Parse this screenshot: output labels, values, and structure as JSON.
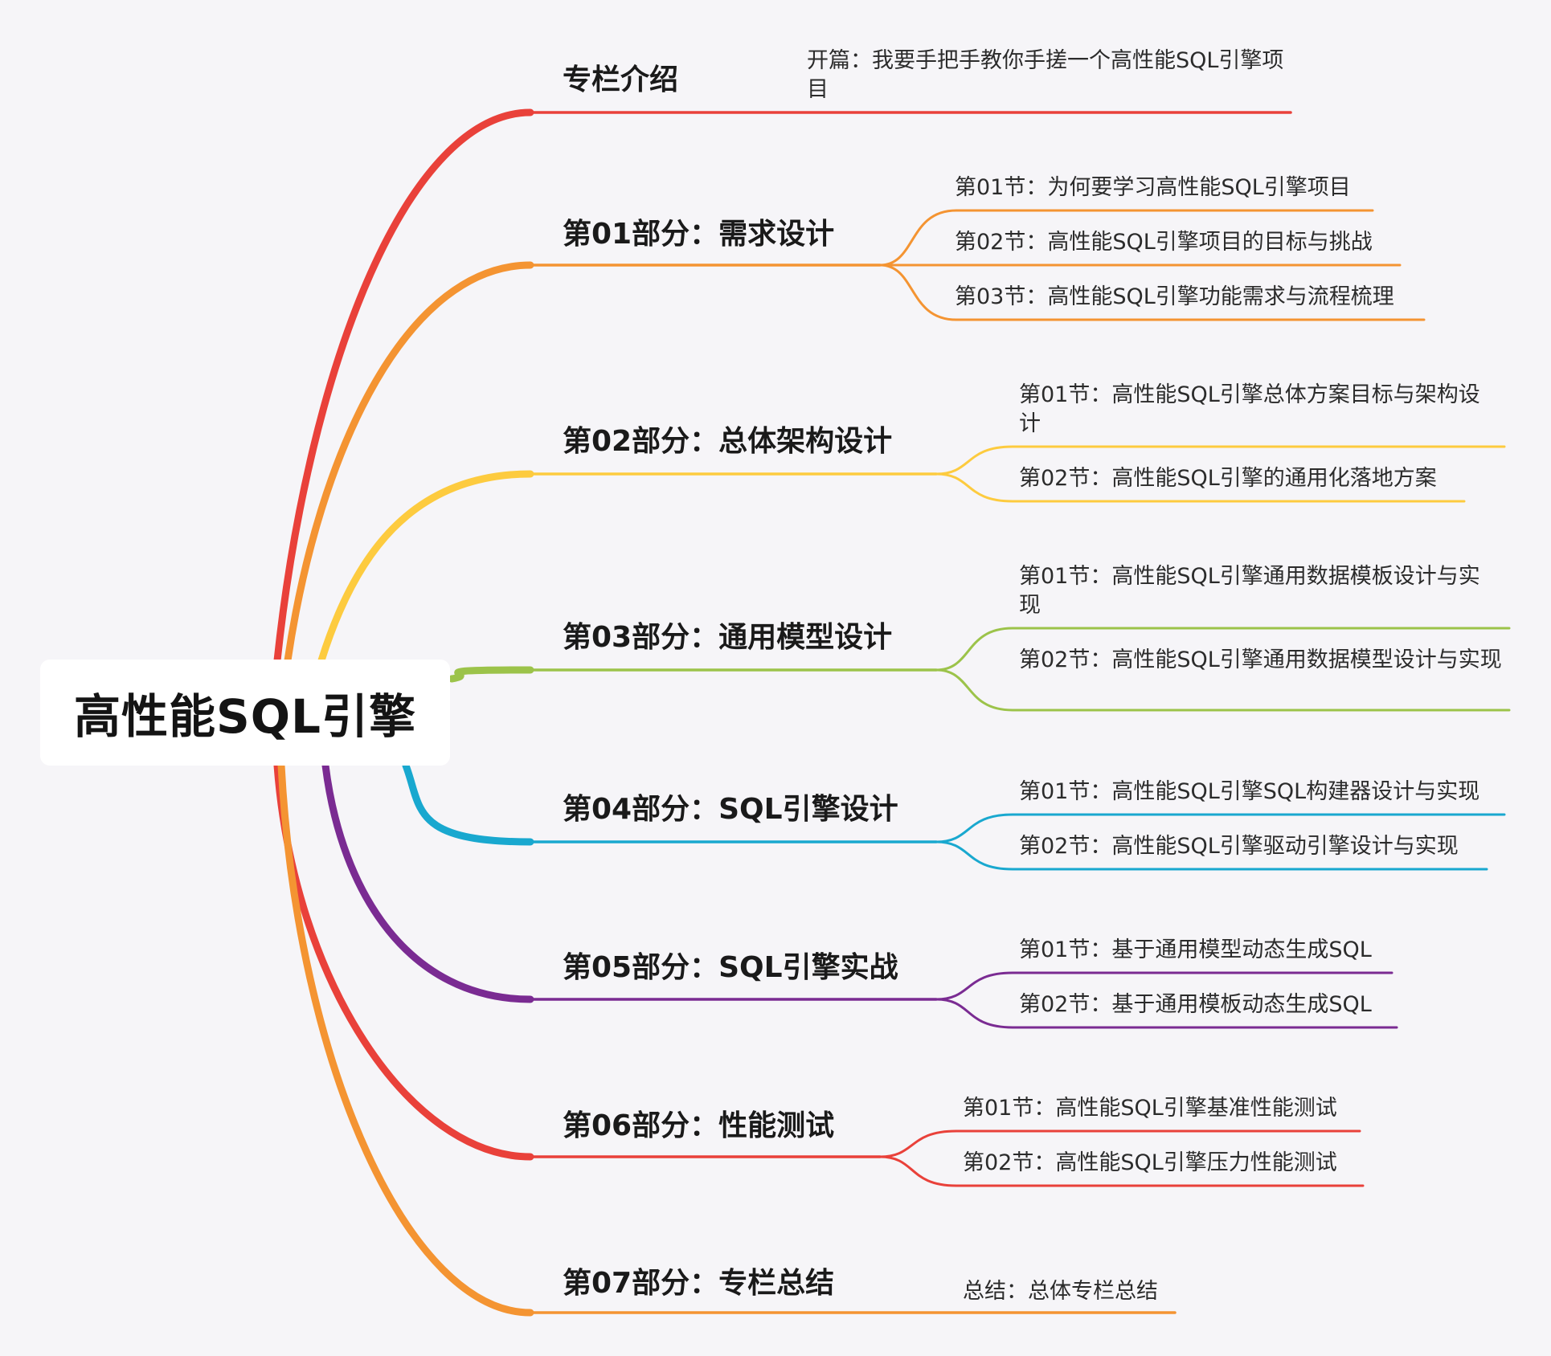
{
  "root": {
    "label": "高性能SQL引擎"
  },
  "branches": [
    {
      "label": "专栏介绍",
      "color": "#e9413a",
      "children": [
        "开篇：我要手把手教你手搓一个高性能SQL引擎项目"
      ]
    },
    {
      "label": "第01部分：需求设计",
      "color": "#f49432",
      "children": [
        "第01节：为何要学习高性能SQL引擎项目",
        "第02节：高性能SQL引擎项目的目标与挑战",
        "第03节：高性能SQL引擎功能需求与流程梳理"
      ]
    },
    {
      "label": "第02部分：总体架构设计",
      "color": "#fdcb3f",
      "children": [
        "第01节：高性能SQL引擎总体方案目标与架构设计",
        "第02节：高性能SQL引擎的通用化落地方案"
      ]
    },
    {
      "label": "第03部分：通用模型设计",
      "color": "#9cc34a",
      "children": [
        "第01节：高性能SQL引擎通用数据模板设计与实现",
        "第02节：高性能SQL引擎通用数据模型设计与实现"
      ]
    },
    {
      "label": "第04部分：SQL引擎设计",
      "color": "#19a8cf",
      "children": [
        "第01节：高性能SQL引擎SQL构建器设计与实现",
        "第02节：高性能SQL引擎驱动引擎设计与实现"
      ]
    },
    {
      "label": "第05部分：SQL引擎实战",
      "color": "#7a2b92",
      "children": [
        "第01节：基于通用模型动态生成SQL",
        "第02节：基于通用模板动态生成SQL"
      ]
    },
    {
      "label": "第06部分：性能测试",
      "color": "#e9413a",
      "children": [
        "第01节：高性能SQL引擎基准性能测试",
        "第02节：高性能SQL引擎压力性能测试"
      ]
    },
    {
      "label": "第07部分：专栏总结",
      "color": "#f49432",
      "children": [
        "总结：总体专栏总结"
      ]
    }
  ]
}
